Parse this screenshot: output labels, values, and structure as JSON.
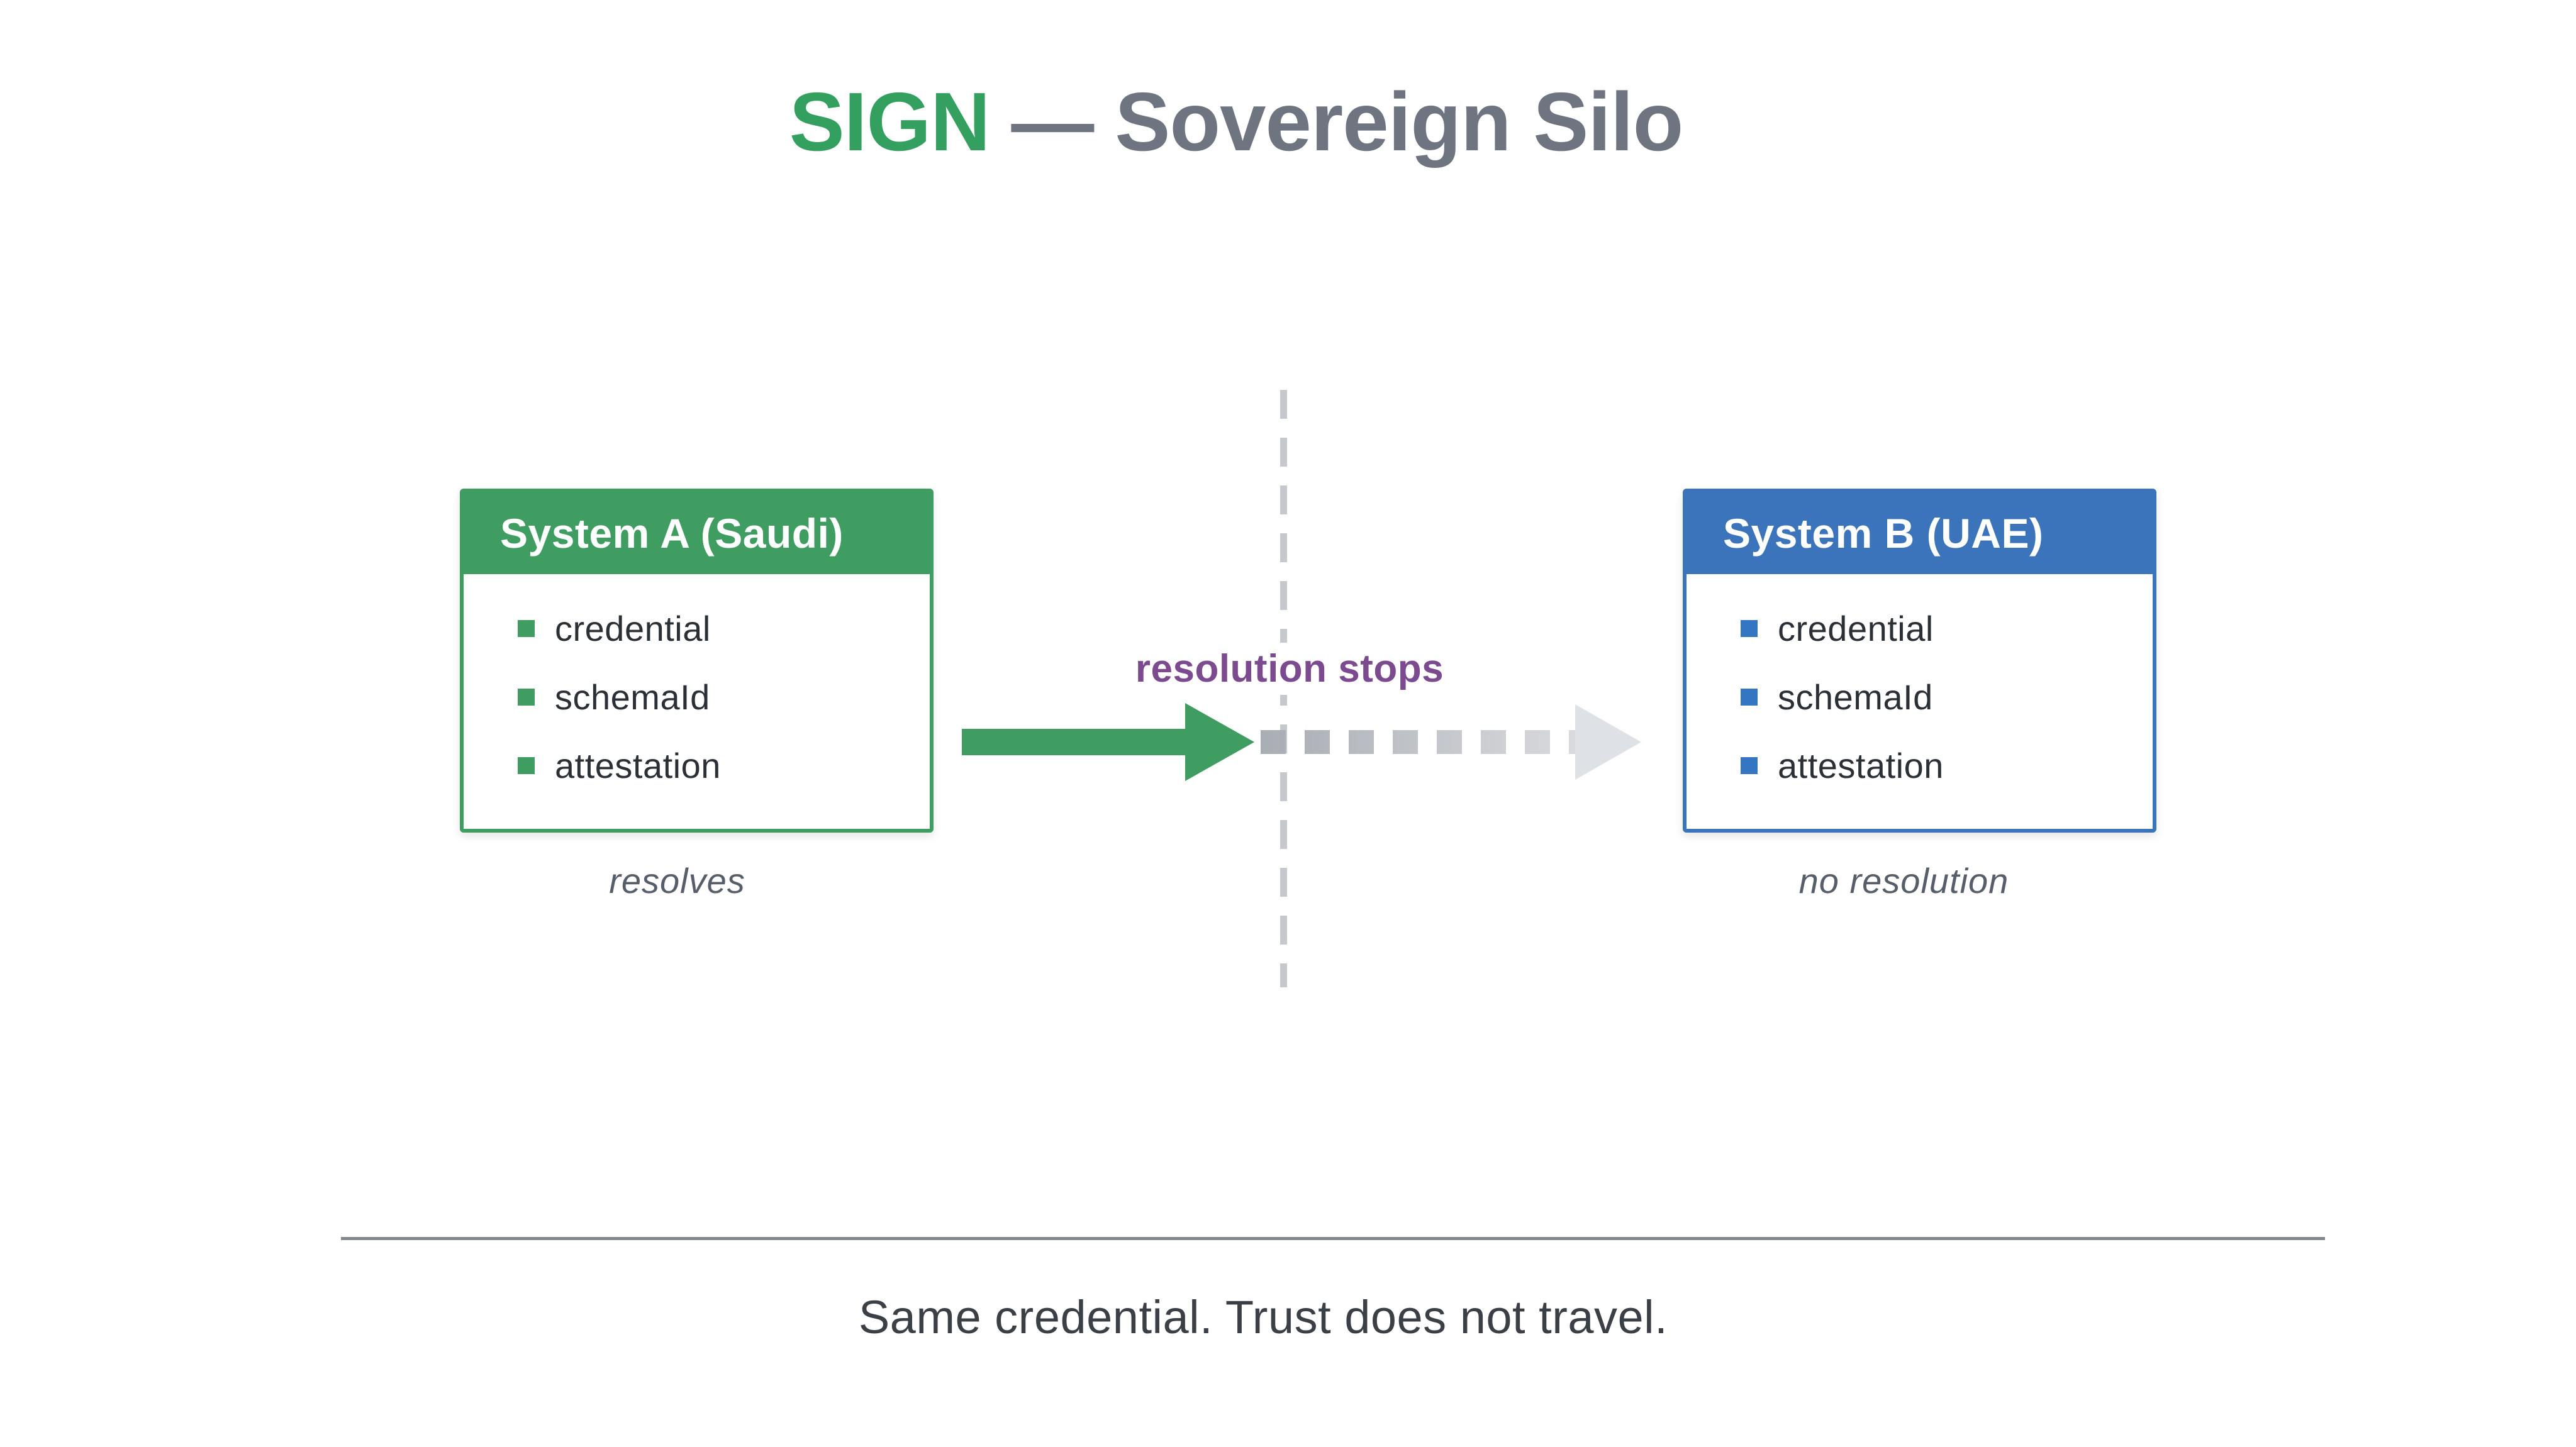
{
  "title": {
    "brand": "SIGN",
    "dash": "—",
    "subtitle": "Sovereign Silo"
  },
  "panels": {
    "a": {
      "header": "System A (Saudi)",
      "items": [
        "credential",
        "schemaId",
        "attestation"
      ],
      "footnote": "resolves",
      "accent_color": "#3f9d62"
    },
    "b": {
      "header": "System B (UAE)",
      "items": [
        "credential",
        "schemaId",
        "attestation"
      ],
      "footnote": "no resolution",
      "accent_color": "#3b74ba"
    }
  },
  "flow": {
    "label": "resolution stops",
    "label_color": "#7b4a8f",
    "solid_arrow_color": "#3f9d62",
    "dotted_arrow_color": "#a9adb4",
    "boundary_line_color": "#c5c9ce"
  },
  "footer": {
    "caption": "Same credential. Trust does not travel.",
    "caption_color": "#3b4046"
  },
  "title_colors": {
    "brand": "#33a05f",
    "subtitle": "#6e7580"
  }
}
